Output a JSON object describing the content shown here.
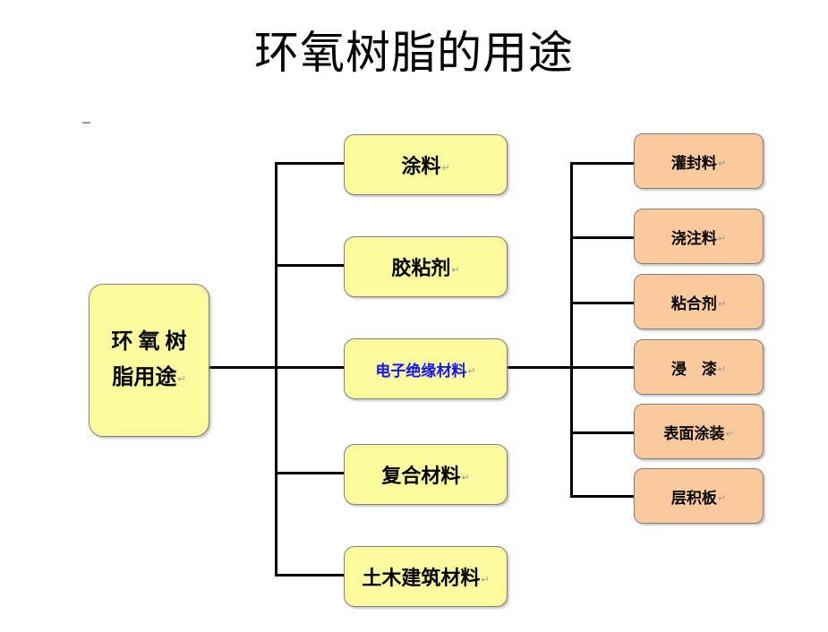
{
  "slide": {
    "title": "环氧树脂的用途",
    "background_color": "#ffffff"
  },
  "colors": {
    "node_yellow": "#fbfb9e",
    "node_orange": "#fbca9c",
    "node_border": "#7f7f7f",
    "connector": "#000000",
    "text_black": "#000000",
    "text_blue": "#1414ff",
    "pilcrow_gray": "#9a9a9a"
  },
  "diagram": {
    "type": "tree",
    "root": {
      "line1": "环 氧 树",
      "line2": "脂用途",
      "pilcrow": "↵",
      "fill": "#fbfb9e"
    },
    "branches": [
      {
        "label": "涂料",
        "pilcrow": "↵",
        "fill": "#fbfb9e",
        "text_color": "#000000"
      },
      {
        "label": "胶粘剂",
        "pilcrow": "↵",
        "fill": "#fbfb9e",
        "text_color": "#000000"
      },
      {
        "label": "电子绝缘材料",
        "pilcrow": "↵",
        "fill": "#fbfb9e",
        "text_color": "#1414ff"
      },
      {
        "label": "复合材料",
        "pilcrow": "↵",
        "fill": "#fbfb9e",
        "text_color": "#000000"
      },
      {
        "label": "土木建筑材料",
        "pilcrow": "↵",
        "fill": "#fbfb9e",
        "text_color": "#000000"
      }
    ],
    "leaves": [
      {
        "label": "灌封料",
        "pilcrow": "↵",
        "fill": "#fbca9c"
      },
      {
        "label": "浇注料",
        "pilcrow": "↵",
        "fill": "#fbca9c"
      },
      {
        "label": "粘合剂",
        "pilcrow": "↵",
        "fill": "#fbca9c"
      },
      {
        "label": "浸　漆",
        "pilcrow": "↵",
        "fill": "#fbca9c"
      },
      {
        "label": "表面涂装",
        "pilcrow": "↵",
        "fill": "#fbca9c"
      },
      {
        "label": "层积板",
        "pilcrow": "↵",
        "fill": "#fbca9c"
      }
    ]
  }
}
